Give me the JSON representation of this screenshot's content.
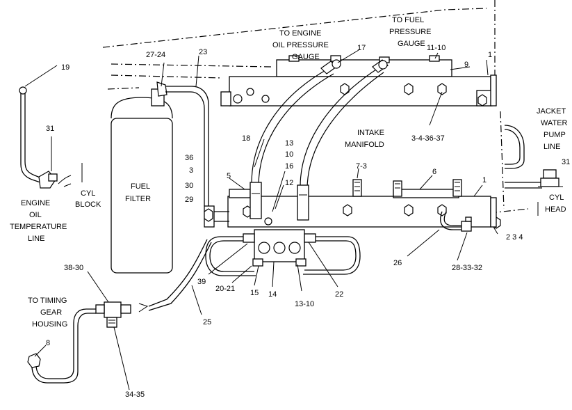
{
  "labels": {
    "to_engine_oil": [
      "TO ENGINE",
      "OIL PRESSURE",
      "GAUGE"
    ],
    "to_fuel": [
      "TO FUEL",
      "PRESSURE",
      "GAUGE"
    ],
    "intake": [
      "INTAKE",
      "MANIFOLD"
    ],
    "fuel_filter": [
      "FUEL",
      "FILTER"
    ],
    "engine_oil": [
      "ENGINE",
      "OIL",
      "TEMPERATURE",
      "LINE"
    ],
    "cyl_block": [
      "CYL",
      "BLOCK"
    ],
    "jacket": [
      "JACKET",
      "WATER",
      "PUMP",
      "LINE"
    ],
    "cyl_head": [
      "CYL",
      "HEAD"
    ],
    "timing": [
      "TO TIMING",
      "GEAR",
      "HOUSING"
    ]
  },
  "callouts": {
    "c19": "19",
    "c31a": "31",
    "c27_24": "27-24",
    "c23": "23",
    "c17": "17",
    "c11_10": "11-10",
    "c1a": "1",
    "c9": "9",
    "c18": "18",
    "c3_4_36_37": "3-4-36-37",
    "c13a": "13",
    "c10": "10",
    "c16": "16",
    "c12": "12",
    "c36": "36",
    "c3": "3",
    "c30": "30",
    "c29": "29",
    "c5": "5",
    "c7_3": "7-3",
    "c6": "6",
    "c1b": "1",
    "c2_3_4": "2 3 4",
    "c31b": "31",
    "c26": "26",
    "c28_33_32": "28-33-32",
    "c38_30": "38-30",
    "c39": "39",
    "c20_21": "20-21",
    "c15": "15",
    "c14": "14",
    "c13_10": "13-10",
    "c22": "22",
    "c25": "25",
    "c8": "8",
    "c34_35": "34-35"
  }
}
